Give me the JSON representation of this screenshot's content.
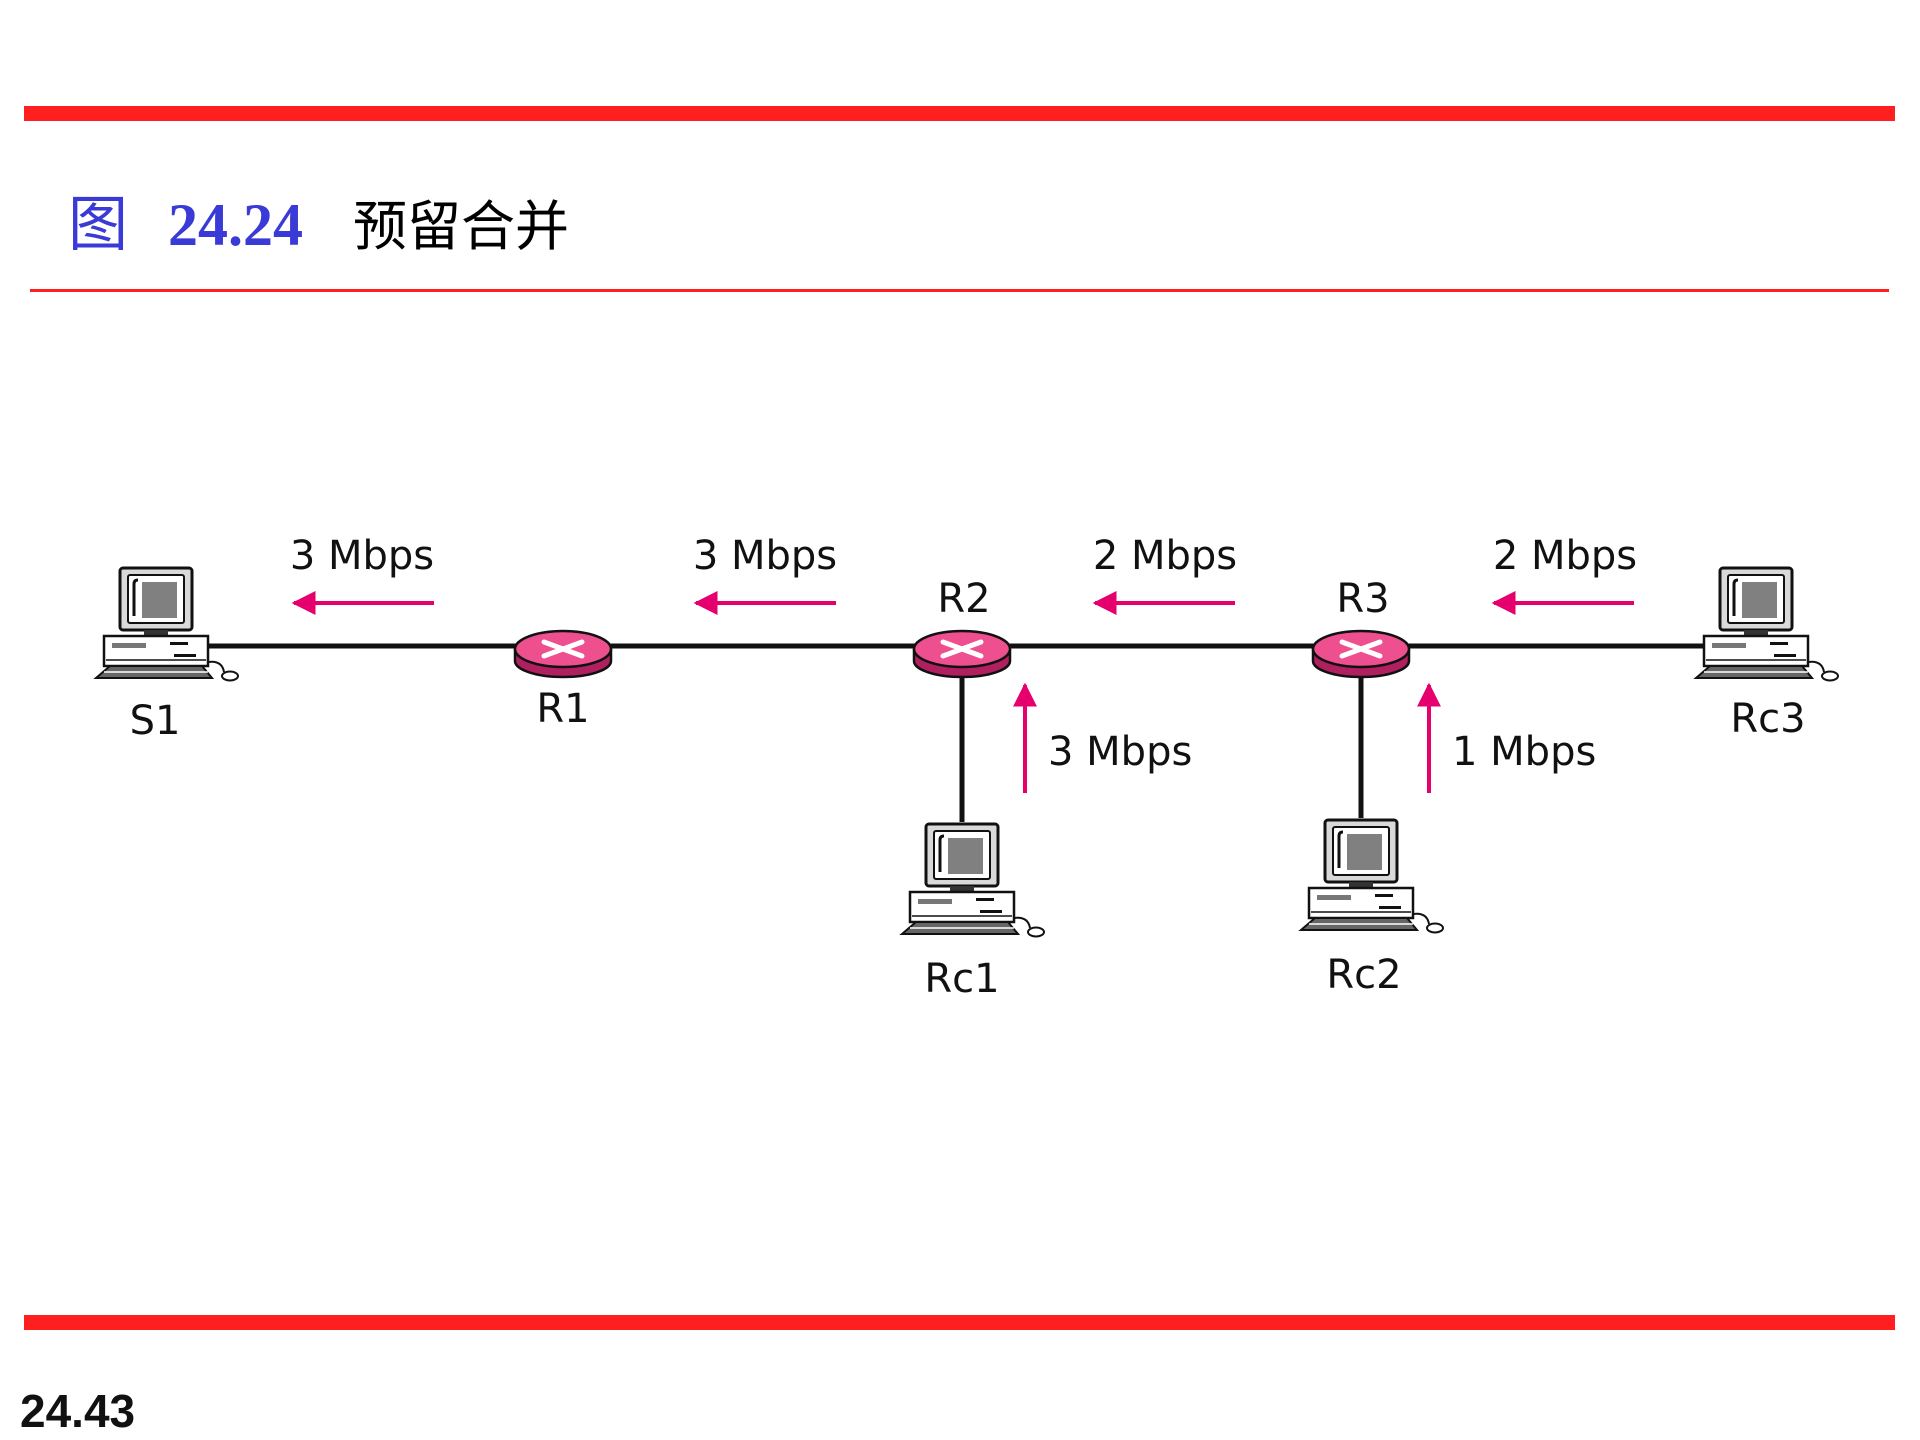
{
  "title": {
    "figure_label": "图",
    "figure_number": "24.24",
    "caption": "预留合并"
  },
  "page_number": "24.43",
  "colors": {
    "rule": "#ff1f1f",
    "title_blue": "#3a3ad6",
    "arrow": "#e6006e",
    "router": "#ee4f8f",
    "link": "#111111"
  },
  "nodes": {
    "s1": "S1",
    "r1": "R1",
    "r2": "R2",
    "r3": "R3",
    "rc1": "Rc1",
    "rc2": "Rc2",
    "rc3": "Rc3"
  },
  "flows": {
    "s1_r1": "3 Mbps",
    "r1_r2": "3 Mbps",
    "r2_r3": "2 Mbps",
    "r3_rc3": "2 Mbps",
    "rc1_r2": "3 Mbps",
    "rc2_r3": "1 Mbps"
  },
  "icons": {
    "computer": "desktop-computer-icon",
    "router": "router-icon",
    "arrow": "flow-arrow-icon"
  }
}
